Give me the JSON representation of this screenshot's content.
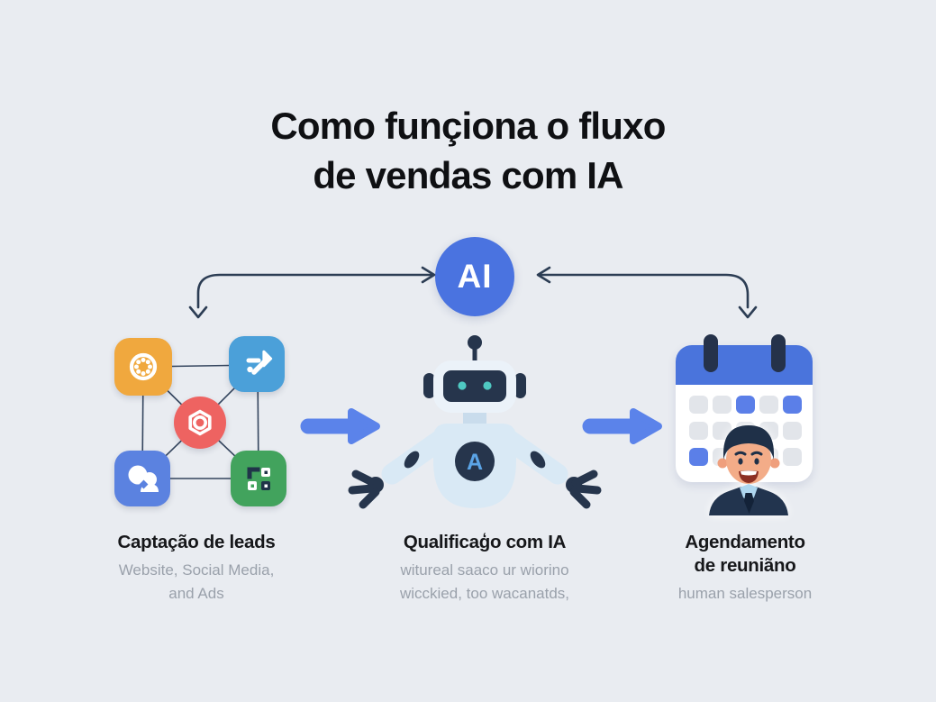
{
  "title": {
    "line1": "Como funçiona o fluxo",
    "line2": "de vendas com IA"
  },
  "ai_badge": {
    "label": "AI"
  },
  "robot": {
    "chest_label": "A"
  },
  "steps": {
    "lead_capture": {
      "title": "Captação de leads",
      "subtitle_line1": "Website, Social Media,",
      "subtitle_line2": "and Ads"
    },
    "qualification": {
      "title": "Qualificaģo com IA",
      "subtitle_line1": "witureal saaco ur wiorino",
      "subtitle_line2": "wicckied, too wacanatds,"
    },
    "scheduling": {
      "title_line1": "Agendamento",
      "title_line2": "de reuniãno",
      "subtitle_line1": "human salesperson"
    }
  },
  "calendar": {
    "rows": 3,
    "cols": 5,
    "active_cells": [
      2,
      4,
      10
    ]
  },
  "icons": {
    "lead_sources": [
      "dotted-ring-icon",
      "trending-arrow-icon",
      "aperture-hexagon-icon",
      "chat-bubbles-icon",
      "qr-code-icon"
    ],
    "center_badge": "ai-circle",
    "middle_figure": "robot-icon",
    "right_figure": "calendar-icon-with-salesperson"
  },
  "colors": {
    "background": "#e9ecf1",
    "title-text": "#0f1013",
    "ai-circle": "#4a73e0",
    "thin-arrow": "#2c3d54",
    "thick-arrow": "#5b83ea",
    "icon-orange": "#f0a83e",
    "icon-lightblue": "#4ba0d9",
    "icon-red": "#ee6361",
    "icon-indigo": "#5b82e0",
    "icon-green": "#42a35d",
    "calendar-header": "#4a74dc",
    "calendar-cell": "#e2e5ea",
    "calendar-cell-active": "#5b7fe8",
    "subtitle-gray": "#9aa1ab"
  }
}
